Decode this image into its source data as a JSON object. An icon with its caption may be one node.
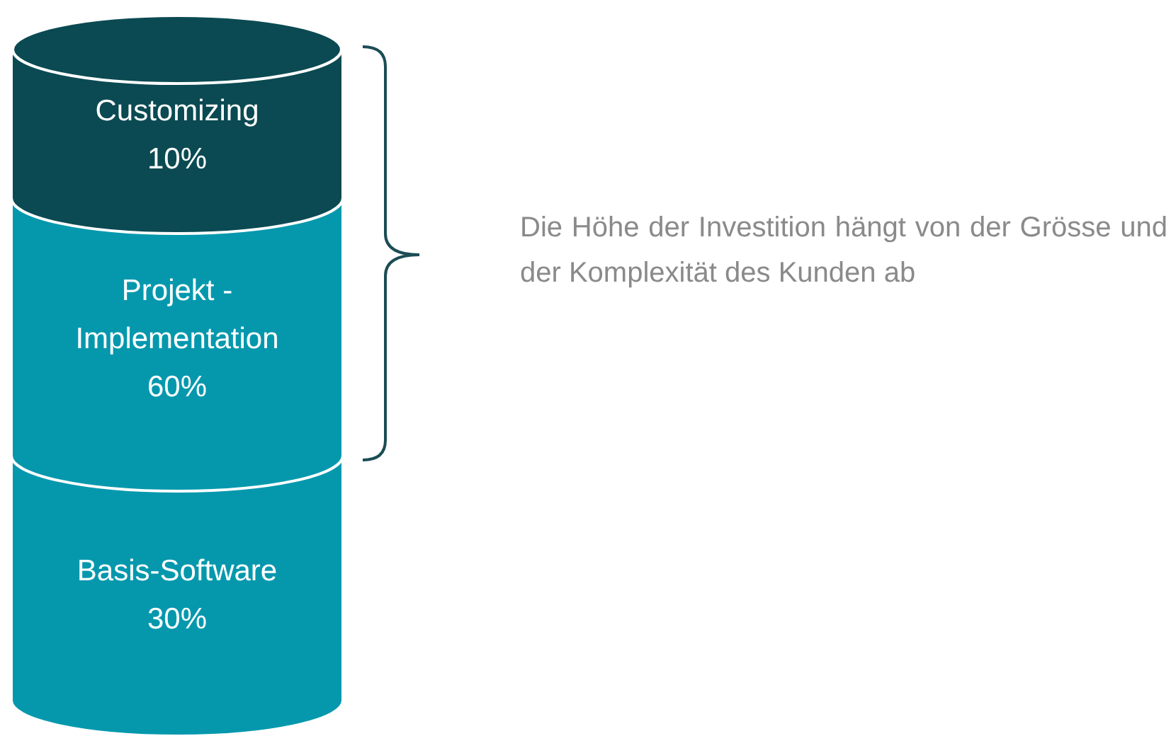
{
  "diagram": {
    "nodes": [
      {
        "text": [
          "Customizing 10%"
        ]
      },
      {
        "text": [
          "Projekt - Implementation 60%"
        ]
      },
      {
        "text": [
          "Basis-Software 30%"
        ]
      }
    ],
    "edges": [],
    "labels": [
      "Die Höhe der Investition hängt von der Grösse und der Komplexität des Kunden ab"
    ]
  }
}
